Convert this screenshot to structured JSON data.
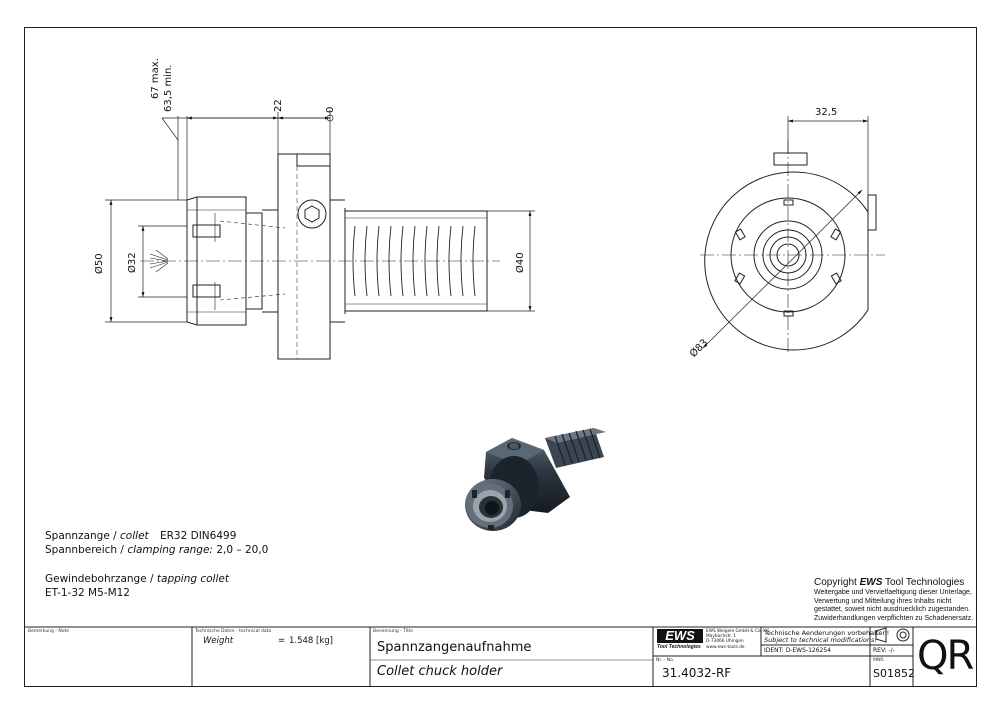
{
  "drawing": {
    "dimensions": {
      "d67max": "67 max.",
      "d63min": "63,5 min.",
      "d22": "22",
      "d0": "0",
      "d325": "32,5",
      "dia50": "Ø50",
      "dia32": "Ø32",
      "dia40": "Ø40",
      "dia83": "Ø83"
    }
  },
  "specs": {
    "line1_de": "Spannzange /",
    "line1_en": "collet",
    "line1_val": "ER32   DIN6499",
    "line2_de": "Spannbereich /",
    "line2_en": "clamping range:",
    "line2_val": "2,0 – 20,0",
    "line3_de": "Gewindebohrzange /",
    "line3_en": "tapping collet",
    "line4": "ET-1-32   M5-M12"
  },
  "copyright": {
    "prefix": "Copyright",
    "brand": "EWS",
    "suffix": "Tool Technologies",
    "lines": [
      "Weitergabe und Vervielfaeltigung dieser Unterlage,",
      "Verwertung und Mitteilung ihres Inhalts nicht",
      "gestattet, soweit nicht ausdruecklich zugestanden.",
      "Zuwiderhandlungen verpflichten zu Schadenersatz."
    ]
  },
  "titleblock": {
    "remark_label": "Bemerkung - Note",
    "tech_label": "Technische Daten - technical data",
    "weight_label": "Weight",
    "weight_eq": "=",
    "weight_value": "1.548 [kg]",
    "title_label": "Benennung - Title",
    "title_de": "Spannzangenaufnahme",
    "title_en": "Collet chuck holder",
    "logo": "EWS",
    "logo_sub": "Tool Technologies",
    "company_lines": [
      "EWS Weigele GmbH & Co. KG",
      "Maybachstr. 1",
      "D-73066 Uhingen",
      "www.ews-tools.de"
    ],
    "changes_de": "Technische Aenderungen vorbehalten!",
    "changes_en": "Subject to technical modifications!",
    "ident": "IDENT:  D-EWS-126254",
    "rev": "REV:  -/-",
    "nr_label": "Nr. - No.",
    "nr_value": "31.4032-RF",
    "mnr_label": "MNR.",
    "mnr_value": "S01852",
    "qr": "QR"
  }
}
